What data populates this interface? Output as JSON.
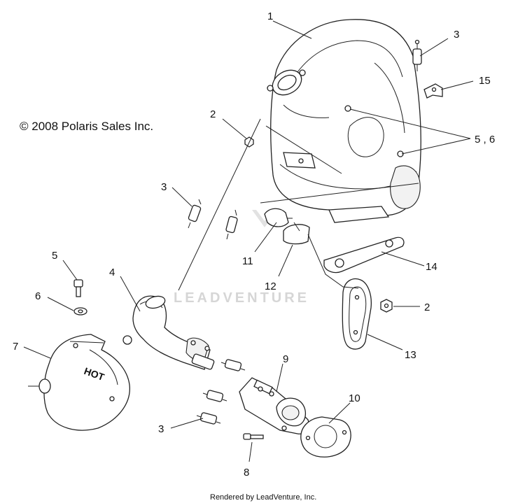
{
  "copyright": "© 2008 Polaris Sales Inc.",
  "footer": "Rendered by LeadVenture, Inc.",
  "watermark": "LEADVENTURE",
  "callouts": {
    "c1": "1",
    "c2a": "2",
    "c2b": "2",
    "c3a": "3",
    "c3b": "3",
    "c3c": "3",
    "c4": "4",
    "c56": "5 , 6",
    "c5": "5",
    "c6": "6",
    "c7": "7",
    "c8": "8",
    "c9": "9",
    "c10": "10",
    "c11": "11",
    "c12": "12",
    "c13": "13",
    "c14": "14",
    "c15": "15"
  },
  "heat_shield_text": "HOT"
}
